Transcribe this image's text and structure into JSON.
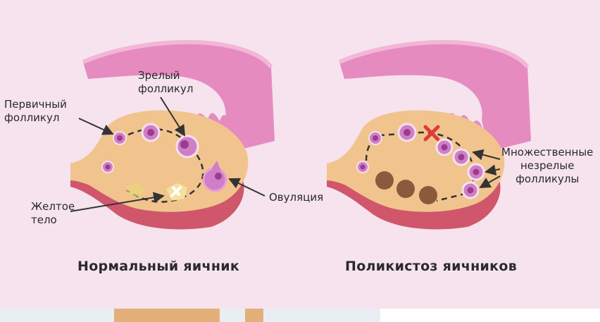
{
  "colors": {
    "background": "#f6e3ee",
    "ovary": "#f1c48e",
    "ovary_base": "#d0566c",
    "tube": "#e58bc0",
    "tube_light": "#f3b6d6",
    "follicle": "#cf7fc5",
    "follicle_core": "#9b3a8e",
    "corpus_luteum": "#f3e29a",
    "cyst": "#8b5a3c",
    "blocked": "#e03a3a"
  },
  "left": {
    "label_primary": [
      "Первичный",
      "фолликул"
    ],
    "label_mature": [
      "Зрелый",
      "фолликул"
    ],
    "label_luteum": [
      "Желтое",
      "тело"
    ],
    "label_ovulation": "Овуляция",
    "caption": "Нормальный яичник"
  },
  "right": {
    "label_multiple": [
      "Множественные",
      "незрелые",
      "фолликулы"
    ],
    "caption": "Поликистоз яичников"
  }
}
